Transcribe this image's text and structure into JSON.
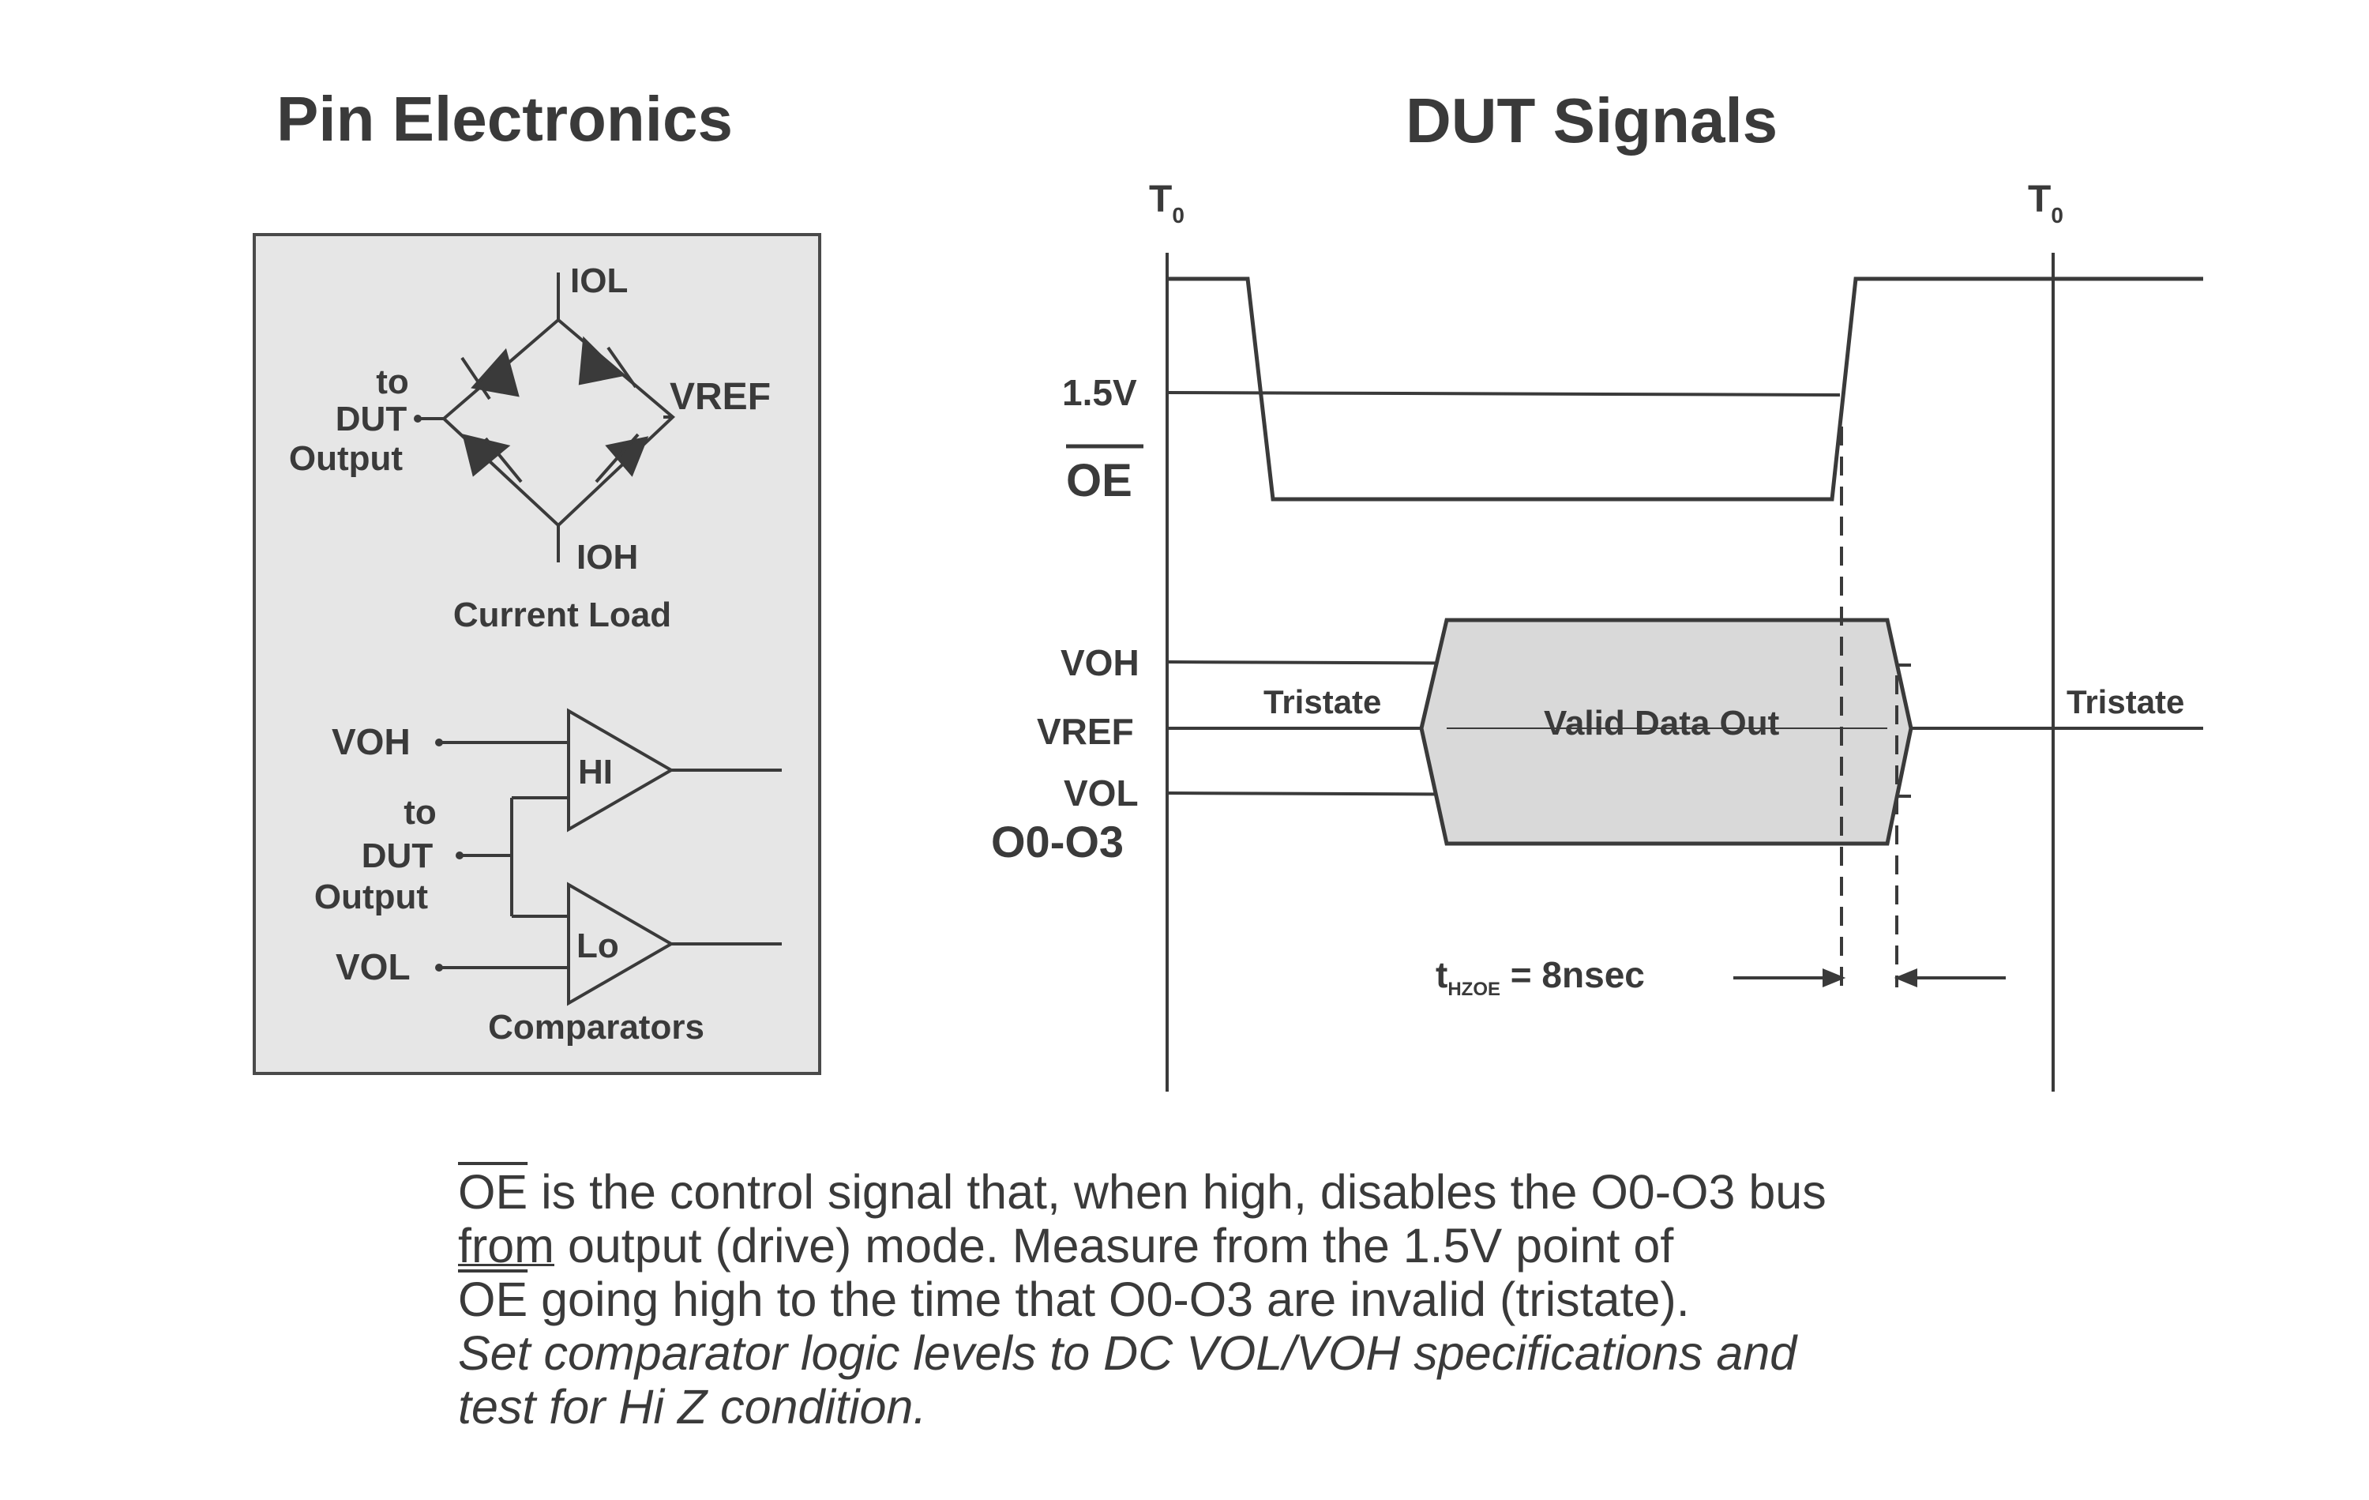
{
  "titles": {
    "left": "Pin Electronics",
    "right": "DUT Signals"
  },
  "pin_electronics": {
    "current_load": {
      "iol": "IOL",
      "ioh": "IOH",
      "vref": "VREF",
      "to": "to",
      "dut": "DUT",
      "output": "Output",
      "label": "Current Load"
    },
    "comparators": {
      "voh": "VOH",
      "vol": "VOL",
      "to": "to",
      "dut": "DUT",
      "output": "Output",
      "hi": "HI",
      "lo": "Lo",
      "label": "Comparators"
    }
  },
  "dut_signals": {
    "t0": "T",
    "t0_sub": "0",
    "t1": "T",
    "t1_sub": "0",
    "v15": "1.5V",
    "oe": "OE",
    "voh": "VOH",
    "vref": "VREF",
    "vol": "VOL",
    "bus": "O0-O3",
    "tristate_left": "Tristate",
    "valid": "Valid Data Out",
    "tristate_right": "Tristate",
    "t_sym": "t",
    "t_sub": "HZOE",
    "t_value": " = 8nsec"
  },
  "caption": {
    "oe": "OE",
    "line1_rest": " is the control signal that, when high, disables the O0-O3 bus",
    "line2_from": "from",
    "line2_rest": " output (drive) mode. Measure from the 1.5V point of",
    "line3_rest": " going high to the time that O0-O3 are invalid (tristate).",
    "line4": "Set comparator logic levels to DC VOL/VOH specifications and",
    "line5": "test for Hi Z condition."
  },
  "colors": {
    "ink": "#3a3a3a",
    "panel_fill": "#e6e6e6",
    "panel_stroke": "#4a4a4a",
    "data_fill": "#d9d9d9"
  }
}
